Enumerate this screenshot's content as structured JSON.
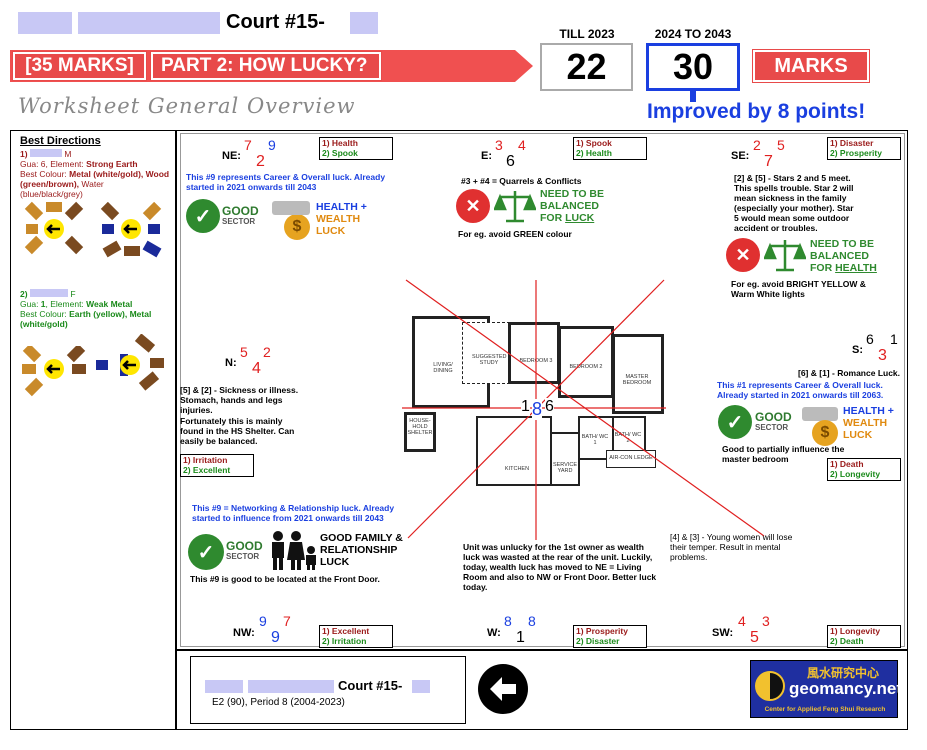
{
  "header": {
    "title": "Court #15-",
    "marks_35": "[35 MARKS]",
    "part": "PART 2: HOW LUCKY?",
    "till_label": "TILL 2023",
    "till_value": "22",
    "future_label": "2024 TO 2043",
    "future_value": "30",
    "marks": "MARKS",
    "improved": "Improved by 8 points!",
    "overview": "Worksheet General Overview"
  },
  "left": {
    "title": "Best Directions",
    "p1_num": "1)",
    "p1_gender": "M",
    "p1_gua": "Gua: 6, Element: ",
    "p1_element": "Strong Earth",
    "p1_colour_label": "Best Colour: ",
    "p1_colour": "Metal (white/gold), Wood (green/brown),",
    "p1_colour_water": " Water",
    "p1_colour_water2": "(blue/black/grey)",
    "p2_num": "2)",
    "p2_gender": "F",
    "p2_gua": "Gua: ",
    "p2_gua_num": "1",
    "p2_element_label": ", Element: ",
    "p2_element": "Weak Metal",
    "p2_colour_label": "Best Colour: ",
    "p2_colour": "Earth (yellow), Metal (white/gold)"
  },
  "sectors": {
    "ne": {
      "label": "NE:",
      "s1": "7",
      "s2": "9",
      "s3": "2",
      "t1": "1) Health",
      "t2": "2) Spook",
      "note": "This #9 represents Career & Overall luck. Already started in 2021 onwards till 2043",
      "good": "GOOD",
      "sector": "SECTOR",
      "health": "HEALTH +",
      "wealth": "WEALTH",
      "luck": "LUCK"
    },
    "e": {
      "label": "E:",
      "s1": "3",
      "s2": "4",
      "s3": "6",
      "t1": "1) Spook",
      "t2": "2) Health",
      "note": "#3 + #4 = Quarrels & Conflicts",
      "nb1": "NEED TO BE",
      "nb2": "BALANCED",
      "nb3": "FOR ",
      "nb4": "LUCK",
      "eg": "For eg. avoid GREEN colour"
    },
    "se": {
      "label": "SE:",
      "s1": "2",
      "s2": "5",
      "s3": "7",
      "t1": "1) Disaster",
      "t2": "2) Prosperity",
      "note": "[2] & [5] - Stars 2 and 5 meet. This spells trouble. Star 2 will mean sickness in the family (especially your mother). Star 5 would mean some outdoor accident or troubles.",
      "nb1": "NEED TO BE",
      "nb2": "BALANCED",
      "nb3": "FOR ",
      "nb4": "HEALTH",
      "eg": "For eg. avoid BRIGHT YELLOW & Warm White lights"
    },
    "n": {
      "label": "N:",
      "s1": "5",
      "s2": "2",
      "s3": "4",
      "t1": "1) Irritation",
      "t2": "2) Excellent",
      "note1": "[5] & [2] - Sickness or illness. Stomach, hands and legs injuries.",
      "note2": "Fortunately this is mainly found in the HS Shelter. Can easily be balanced."
    },
    "s": {
      "label": "S:",
      "s1": "6",
      "s2": "1",
      "s3": "3",
      "t1": "1) Death",
      "t2": "2) Longevity",
      "note1": "[6] & [1] - Romance Luck.",
      "note2": "This #1 represents Career & Overall luck. Already started in 2021 onwards till 2063.",
      "good": "GOOD",
      "sector": "SECTOR",
      "health": "HEALTH +",
      "wealth": "WEALTH",
      "luck": "LUCK",
      "note3": "Good to partially influence the master bedroom"
    },
    "nw": {
      "label": "NW:",
      "s1": "9",
      "s2": "7",
      "s3": "9",
      "t1": "1) Excellent",
      "t2": "2) Irritation",
      "note": "This #9 = Networking & Relationship luck. Already started to influence from 2021 onwards till 2043",
      "good": "GOOD",
      "sector": "SECTOR",
      "family1": "GOOD FAMILY &",
      "family2": "RELATIONSHIP",
      "family3": "LUCK",
      "note2": "This #9 is good to be located at the Front Door."
    },
    "w": {
      "label": "W:",
      "s1": "8",
      "s2": "8",
      "s3": "1",
      "t1": "1) Prosperity",
      "t2": "2) Disaster",
      "note": "Unit was unlucky for the 1st owner as wealth luck was wasted at the rear of the unit. Luckily, today, wealth luck has moved to NE = Living Room and also  to NW or Front Door. Better luck today."
    },
    "sw": {
      "label": "SW:",
      "s1": "4",
      "s2": "3",
      "s3": "5",
      "t1": "1) Longevity",
      "t2": "2) Death",
      "note": "[4] & [3] - Young women will lose their temper. Result in mental problems."
    },
    "center": {
      "s1": "1",
      "s2": "8",
      "s3": "6"
    }
  },
  "plan": {
    "living": "LIVING/ DINING",
    "study": "SUGGESTED STUDY",
    "bed3": "BEDROOM 3",
    "bed2": "BEDROOM 2",
    "master": "MASTER BEDROOM",
    "shelter": "HOUSE-HOLD SHELTER",
    "kitchen": "KITCHEN",
    "service": "SERVICE YARD",
    "bath1": "BATH/ WC 1",
    "bath2": "BATH/ WC 2",
    "aircon": "AIR-CON LEDGE"
  },
  "footer": {
    "title": "Court #15-",
    "sub": "E2 (90), Period 8 (2004-2023)",
    "logo_cn": "風水研究中心",
    "logo": "geomancy.net",
    "logo_sub": "Center for Applied Feng Shui Research"
  }
}
